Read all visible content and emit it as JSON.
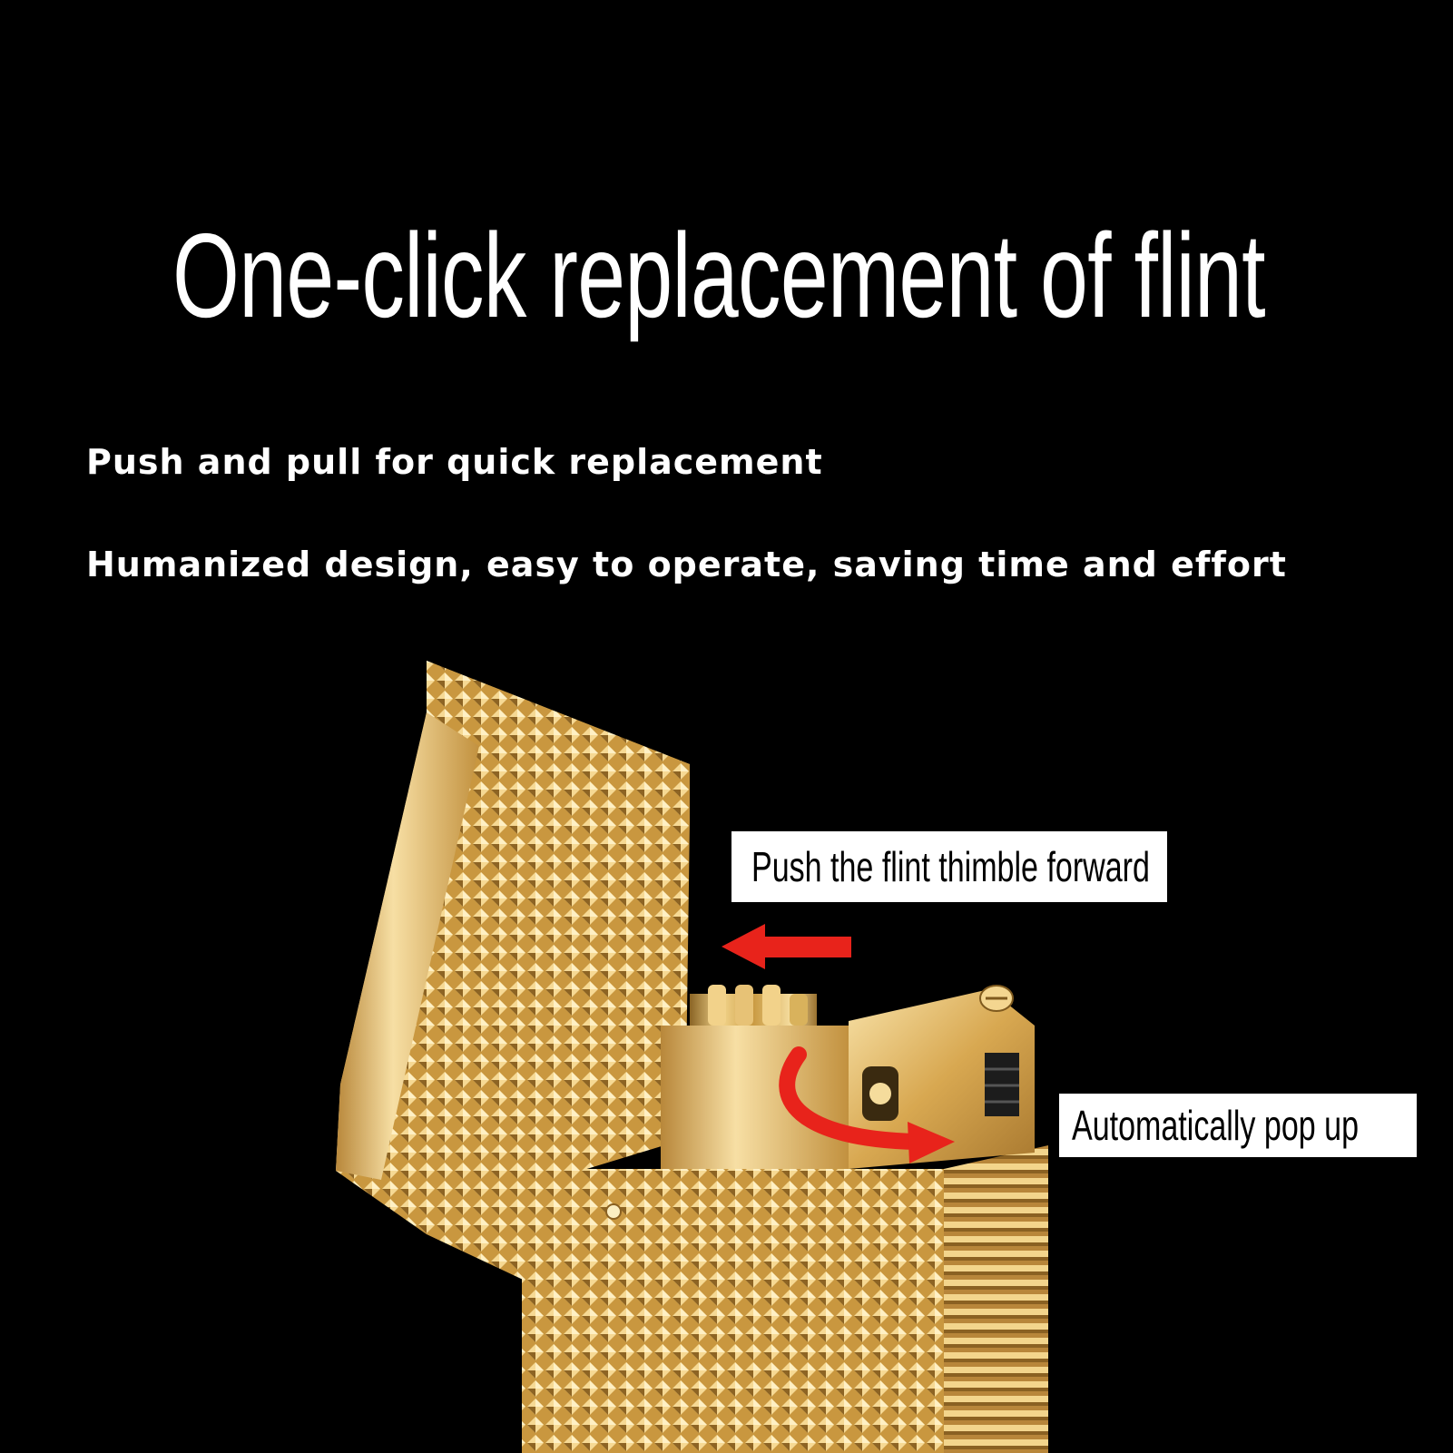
{
  "headline": "One-click replacement of flint",
  "subtitle_1": "Push and pull for quick replacement",
  "subtitle_2": "Humanized design, easy to operate, saving time and effort",
  "callouts": {
    "push": "Push the flint thimble forward",
    "pop": "Automatically pop up"
  },
  "colors": {
    "background": "#000000",
    "text": "#ffffff",
    "gold": "#d9b25c",
    "arrow": "#e8231b",
    "label_bg": "#ffffff"
  }
}
